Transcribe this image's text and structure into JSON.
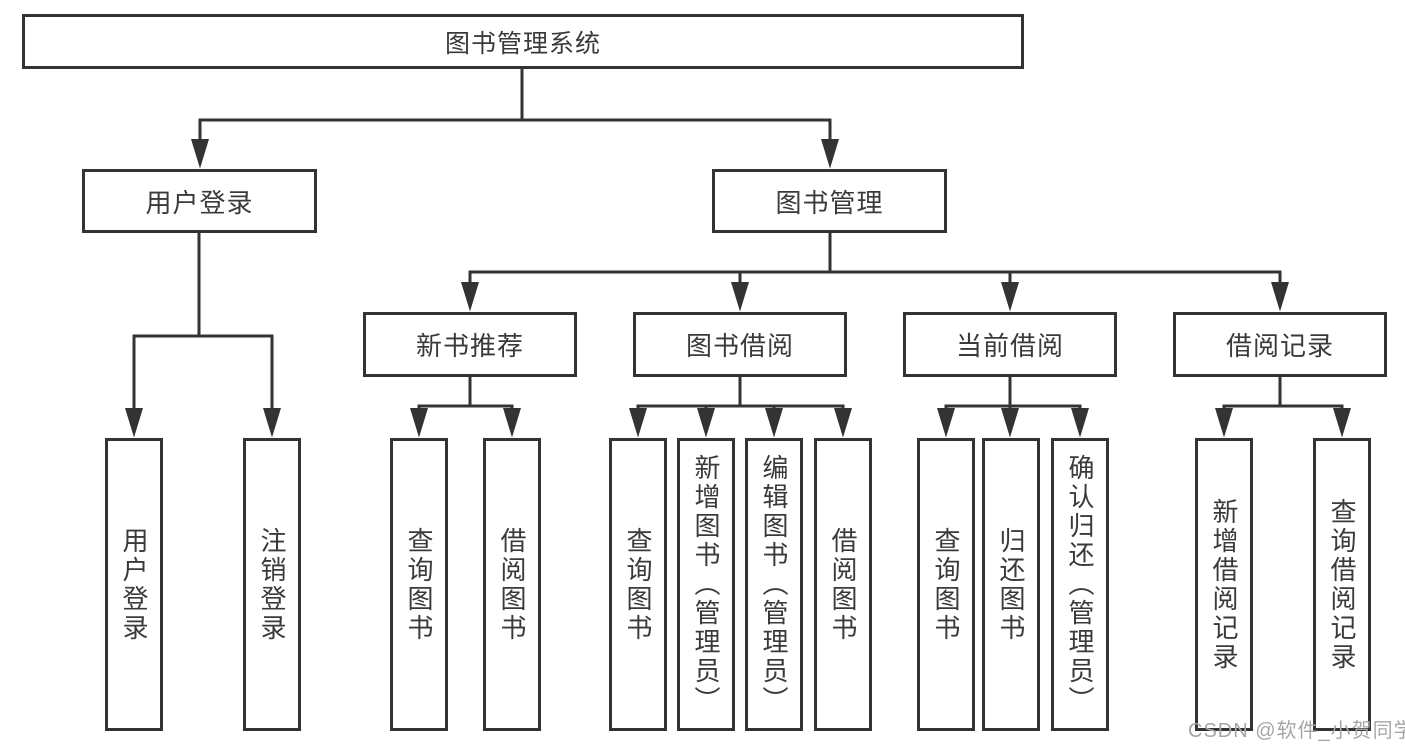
{
  "tree": {
    "root": {
      "label": "图书管理系统"
    },
    "user_login": {
      "label": "用户登录",
      "children": [
        "用户登录",
        "注销登录"
      ]
    },
    "book_mgmt": {
      "label": "图书管理"
    },
    "new_book_rec": {
      "label": "新书推荐",
      "children": [
        "查询图书",
        "借阅图书"
      ]
    },
    "book_borrow": {
      "label": "图书借阅",
      "children": [
        "查询图书",
        "新增图书（管理员）",
        "编辑图书（管理员）",
        "借阅图书"
      ]
    },
    "current_borrow": {
      "label": "当前借阅",
      "children": [
        "查询图书",
        "归还图书",
        "确认归还（管理员）"
      ]
    },
    "borrow_records": {
      "label": "借阅记录",
      "children": [
        "新增借阅记录",
        "查询借阅记录"
      ]
    }
  },
  "watermark": "CSDN @软件_小贺同学",
  "colors": {
    "line": "#333333",
    "text": "#3a3a3a",
    "watermark": "#a6a6a6",
    "background": "#ffffff"
  }
}
